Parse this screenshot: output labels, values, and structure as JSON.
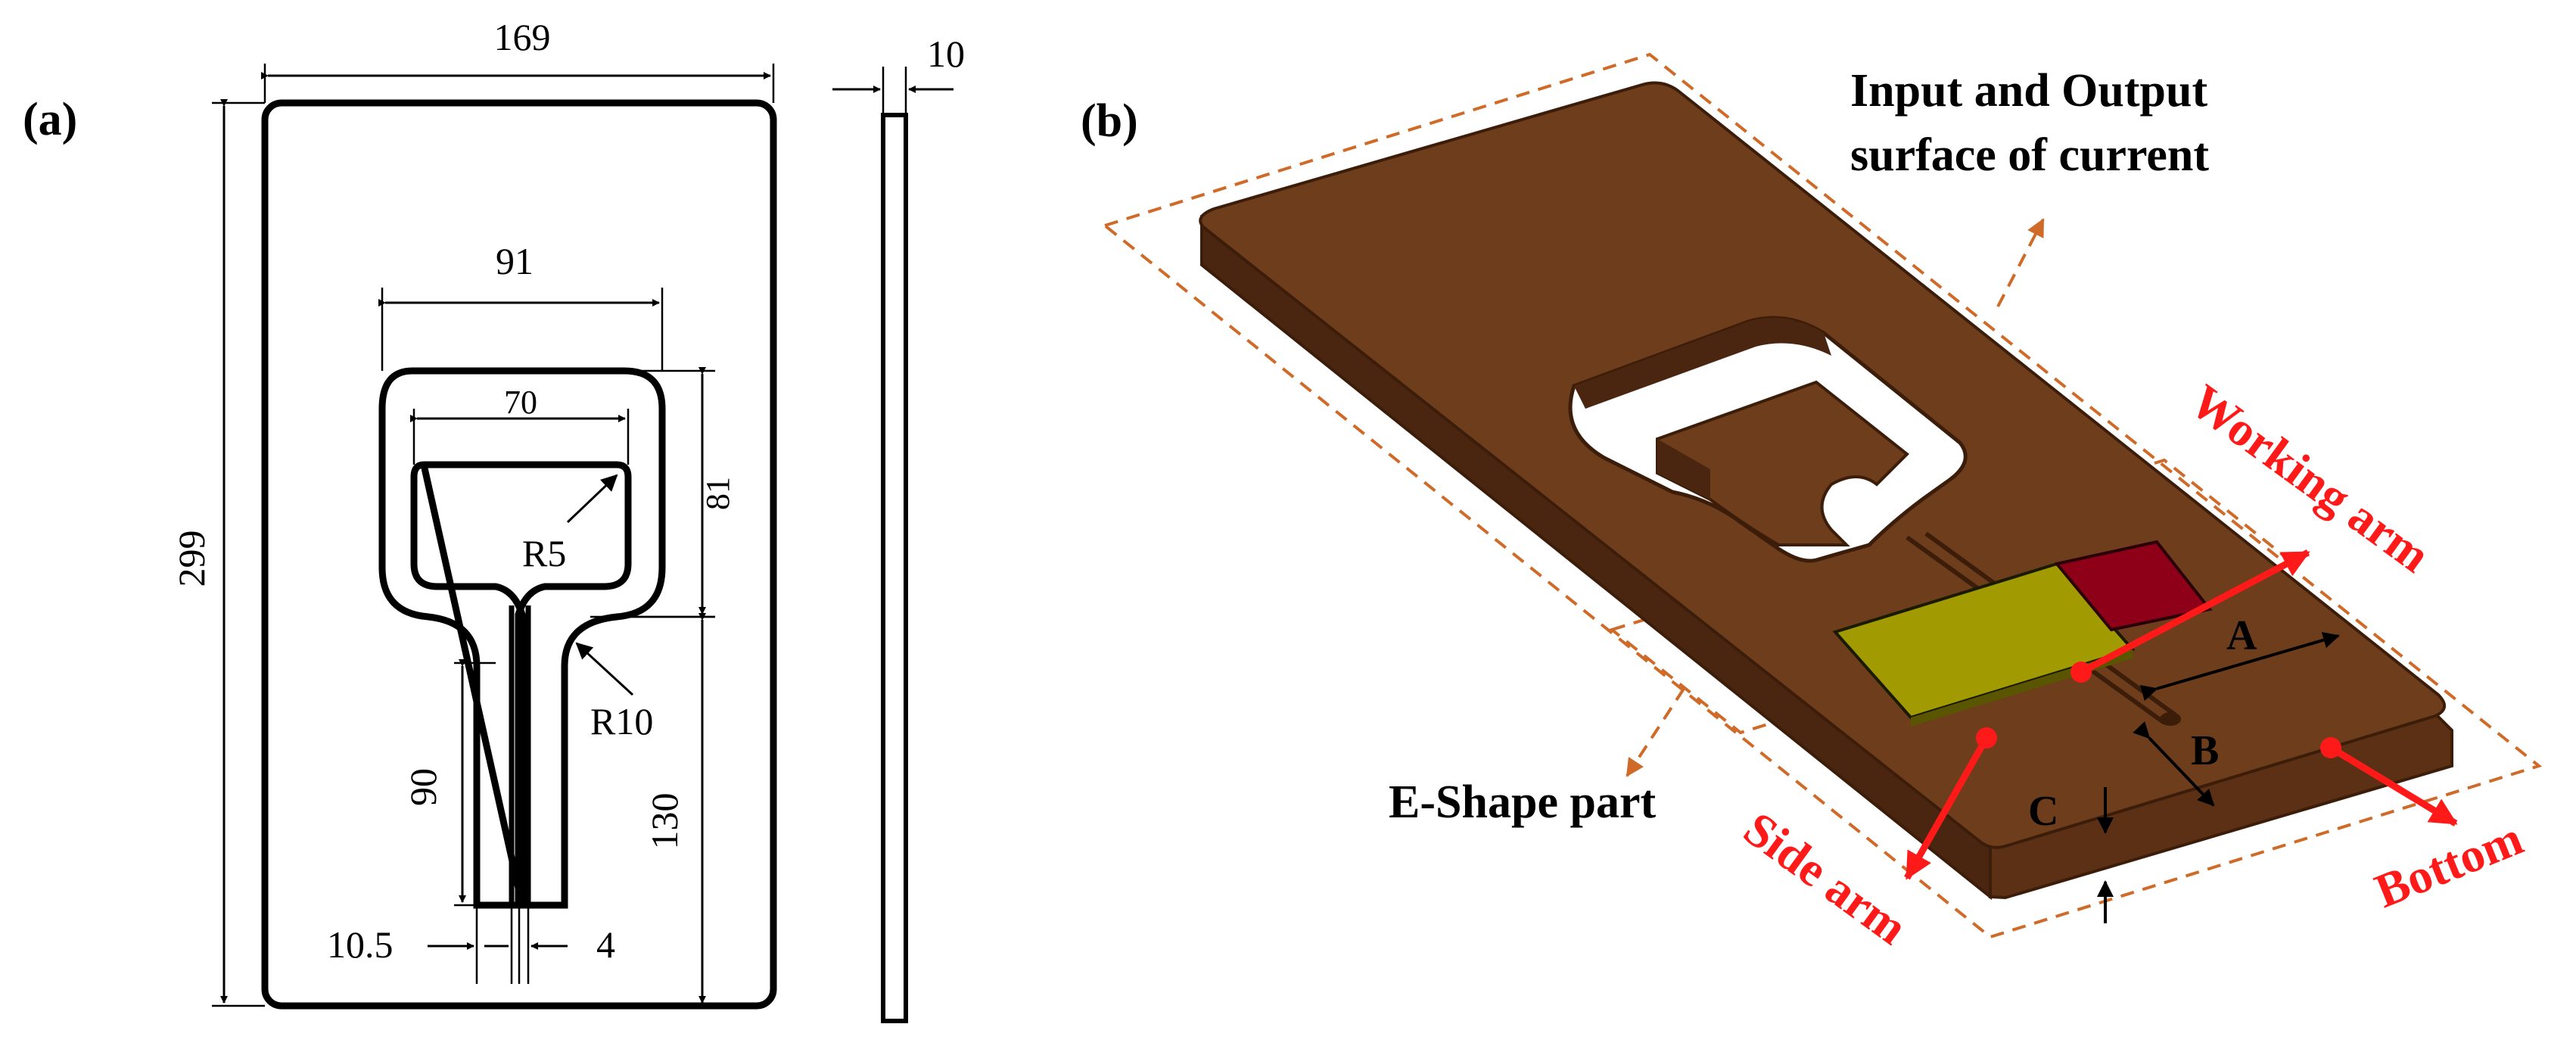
{
  "panel_a": {
    "label": "(a)",
    "dims": {
      "width": "169",
      "height": "299",
      "thickness": "10",
      "window_outer": "91",
      "window_inner": "70",
      "window_height": "81",
      "inner_radius": "R5",
      "outer_radius": "R10",
      "stem_length": "90",
      "stem_bottom": "130",
      "stem_width": "10.5",
      "slot_width": "4"
    }
  },
  "panel_b": {
    "label": "(b)",
    "callouts": {
      "io_line1": "Input and Output",
      "io_line2": "surface of current",
      "eshape": "E-Shape part",
      "working_arm": "Working arm",
      "side_arm": "Side arm",
      "bottom": "Bottom",
      "A": "A",
      "B": "B",
      "C": "C"
    },
    "colors": {
      "copper_top": "#6e3d1c",
      "copper_side": "#4a2610",
      "copper_edge": "#3b1d0a",
      "chip_yellow": "#a19a00",
      "chip_red": "#8d0018",
      "callout_red": "#ff1a1a",
      "dashed_orange": "#cf6a28"
    }
  }
}
